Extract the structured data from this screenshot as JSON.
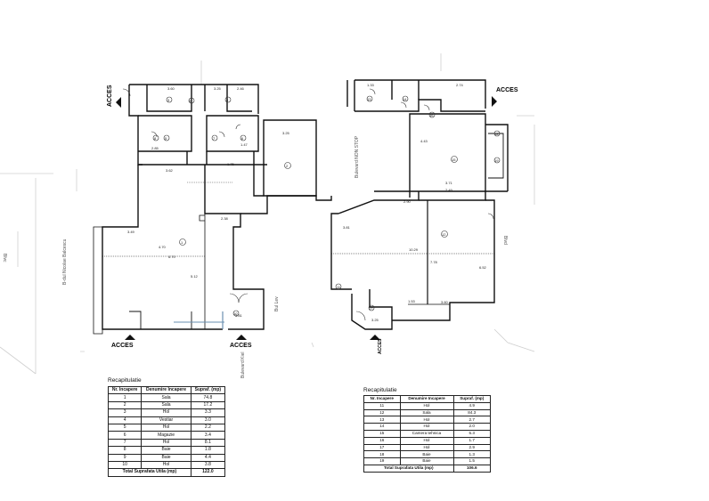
{
  "labels": {
    "acces_left": "ACCES",
    "acces_bottom_left": "ACCES",
    "acces_bottom_mid": "ACCES",
    "acces_right": "ACCES",
    "acces_bottom_right": "ACCES"
  },
  "streets": {
    "left_vertical": "B-dul Nicolae Balcescu",
    "mid_vertical": "Bulevard NON STOP",
    "mid_bottom": "Bulevard Kiel",
    "mid_small": "Bul Lev",
    "right_small": "Blvd",
    "far_left": "Blvc"
  },
  "dimensions": {
    "d1": "3.60",
    "d2": "3.25",
    "d3": "2.46",
    "d4": "2.85",
    "d5": "1.47",
    "d6": "3.25",
    "d7": "3.62",
    "d8": "1.75",
    "d9": "4.70",
    "d10": "6.70",
    "d11": "3.49",
    "d12": "2.38",
    "d13": "3.81",
    "d14": "5.12",
    "d15": "1.33",
    "d16": "2.74",
    "d17": "4.43",
    "d18": "2.90",
    "d19": "10.29",
    "d20": "3.60",
    "d21": "3.25",
    "d22": "3.71",
    "d23": "2.49",
    "d24": "3.81",
    "d25": "7.78",
    "d26": "6.52",
    "d27": "1.53"
  },
  "rooms": {
    "r1": "1",
    "r2": "2",
    "r3": "3",
    "r4": "4",
    "r5": "5",
    "r6": "6",
    "r7": "7",
    "r8": "8",
    "r9": "9",
    "r10": "10",
    "r11": "11",
    "r12": "12",
    "r13": "13",
    "r14": "14",
    "r15": "15",
    "r16": "16",
    "r17": "17",
    "r18": "18",
    "r19": "19"
  },
  "recap1": {
    "title": "Recapitulatie",
    "headers": [
      "Nr. Incapere",
      "Denumire Incapere",
      "Supraf. (mp)"
    ],
    "rows": [
      [
        "1",
        "Sala",
        "74.8"
      ],
      [
        "2",
        "Sala",
        "17.2"
      ],
      [
        "3",
        "Hol",
        "3.3"
      ],
      [
        "4",
        "Vestiar",
        "3.0"
      ],
      [
        "5",
        "Hol",
        "2.2"
      ],
      [
        "6",
        "Magazie",
        "3.4"
      ],
      [
        "7",
        "Hol",
        "8.1"
      ],
      [
        "8",
        "Baie",
        "1.8"
      ],
      [
        "9",
        "Baie",
        "4.4"
      ],
      [
        "10",
        "Hol",
        "3.8"
      ]
    ],
    "total_label": "Total Suprafata Utila (mp)",
    "total_value": "122.0"
  },
  "recap2": {
    "title": "Recapitulatie",
    "headers": [
      "Nr. Incapere",
      "Denumire Incapere",
      "Supraf. (mp)"
    ],
    "rows": [
      [
        "11",
        "Hol",
        "4.9"
      ],
      [
        "12",
        "Sala",
        "84.3"
      ],
      [
        "13",
        "Hol",
        "2.7"
      ],
      [
        "14",
        "Hol",
        "2.0"
      ],
      [
        "15",
        "Camera tehnica",
        "5.3"
      ],
      [
        "16",
        "Hol",
        "1.7"
      ],
      [
        "17",
        "Hol",
        "2.9"
      ],
      [
        "18",
        "Baie",
        "1.3"
      ],
      [
        "19",
        "Baie",
        "1.5"
      ]
    ],
    "total_label": "Total Suprafata Utila (mp)",
    "total_value": "106.6"
  }
}
